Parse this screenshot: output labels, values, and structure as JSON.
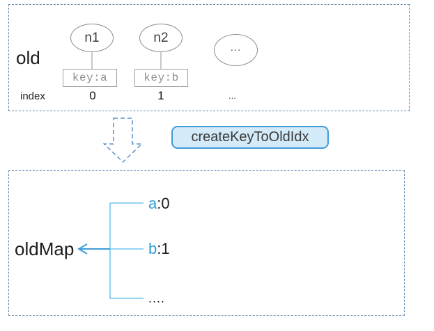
{
  "top_section": {
    "label": "old",
    "index_label": "index",
    "nodes": [
      {
        "name": "n1",
        "key": "key:a",
        "index": "0"
      },
      {
        "name": "n2",
        "key": "key:b",
        "index": "1"
      }
    ],
    "more_node_label": "...",
    "more_index_label": "..."
  },
  "transform": {
    "button_label": "createKeyToOldIdx"
  },
  "map_section": {
    "label": "oldMap",
    "entries": [
      {
        "key": "a",
        "value": ":0"
      },
      {
        "key": "b",
        "value": ":1"
      }
    ],
    "more_label": "...."
  },
  "colors": {
    "box_border": "#6089ad",
    "dashed_arrow": "#5b8fcd",
    "button_border": "#3f9bd8",
    "button_fill": "#d3eaf8",
    "bracket_light": "#74c6ee",
    "bracket_accent": "#3d9ed9",
    "node_border": "#8c8c8c",
    "key_text": "#8f8f8f",
    "map_key_text": "#2e9bd6"
  }
}
